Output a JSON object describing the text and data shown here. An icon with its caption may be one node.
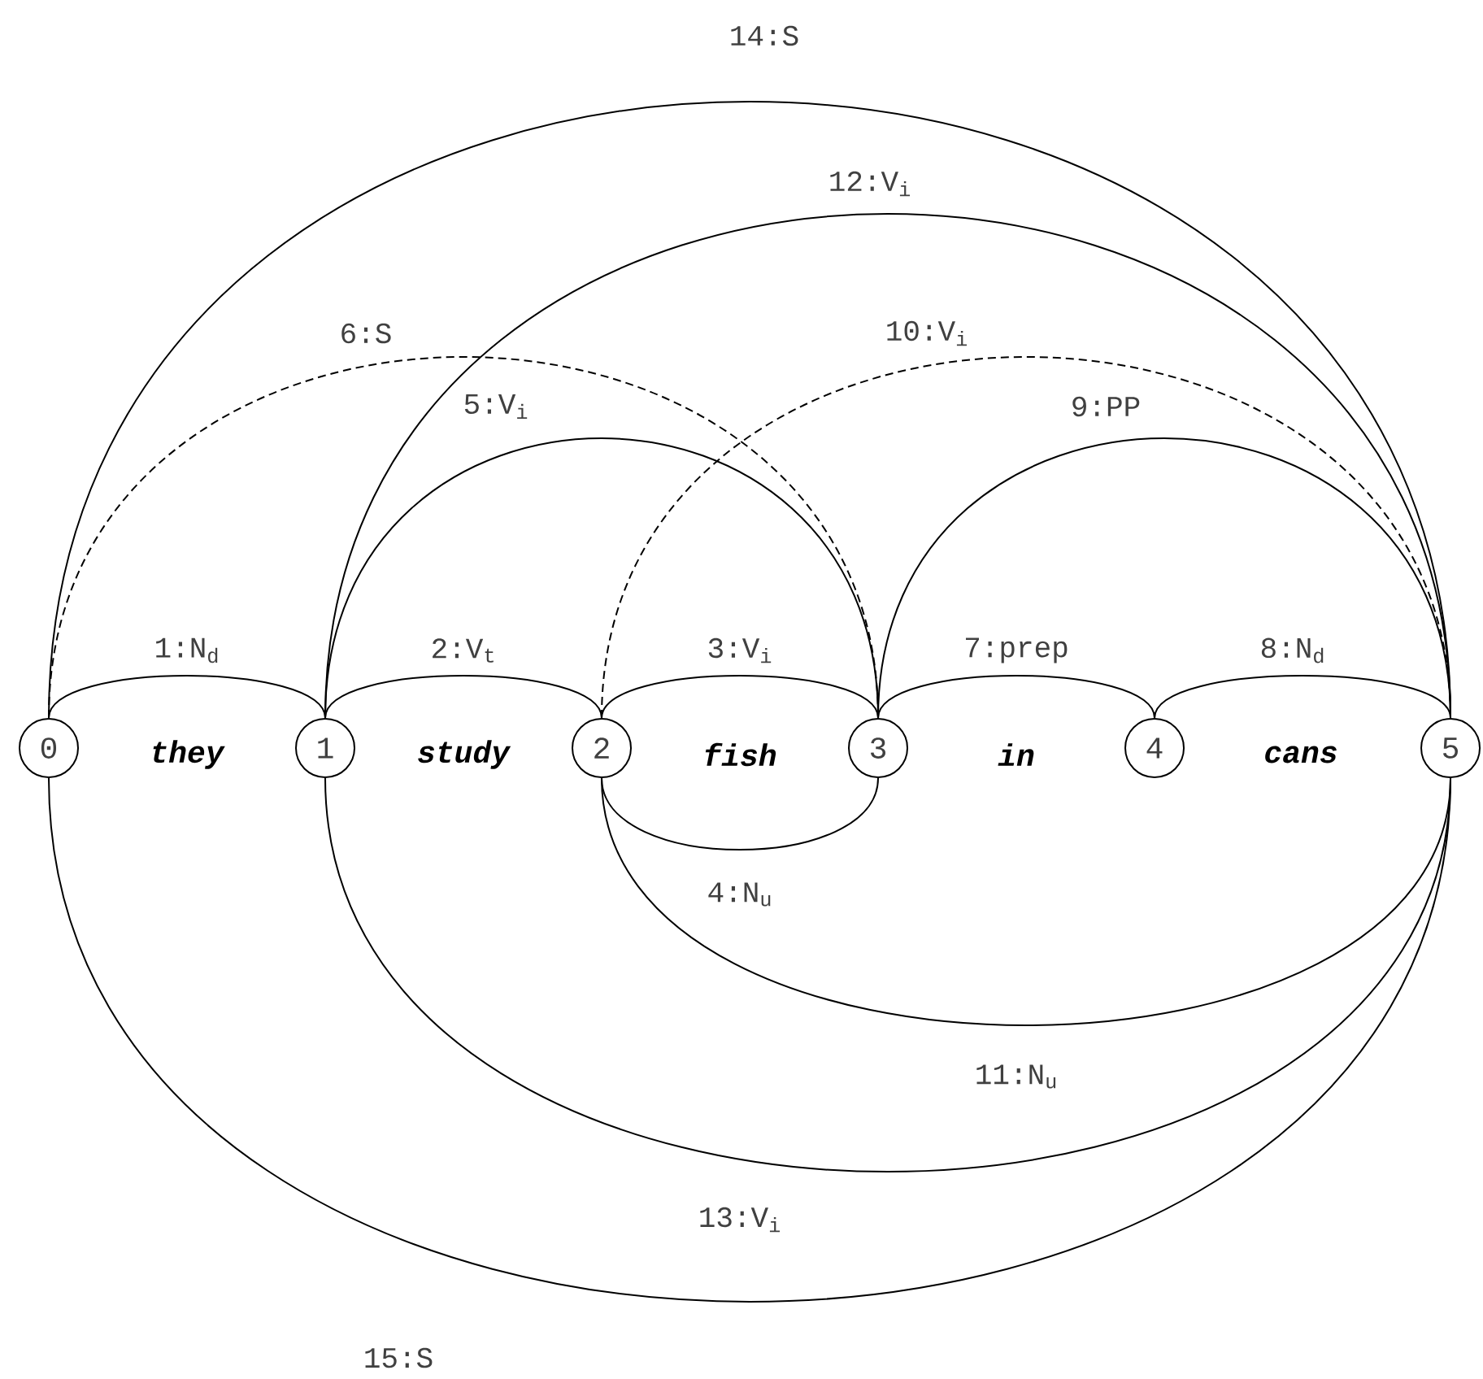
{
  "diagram": {
    "nodes": [
      {
        "text": [
          "0"
        ]
      },
      {
        "text": [
          "1"
        ]
      },
      {
        "text": [
          "2"
        ]
      },
      {
        "text": [
          "3"
        ]
      },
      {
        "text": [
          "4"
        ]
      },
      {
        "text": [
          "5"
        ]
      }
    ],
    "edges": [
      {
        "from": 0,
        "to": 1,
        "arrow": "none",
        "label": "1:N$_{d}$"
      },
      {
        "from": 1,
        "to": 2,
        "arrow": "none",
        "label": "2:V$_{t}$"
      },
      {
        "from": 2,
        "to": 3,
        "arrow": "none",
        "label": "3:V$_{i}$"
      },
      {
        "from": 2,
        "to": 3,
        "arrow": "none",
        "label": "4:N$_{u}$"
      },
      {
        "from": 1,
        "to": 3,
        "arrow": "none",
        "label": "5:V$_{i}$"
      },
      {
        "from": 0,
        "to": 3,
        "arrow": "none",
        "label": "6:S",
        "style": "dashed"
      },
      {
        "from": 3,
        "to": 4,
        "arrow": "none",
        "label": "7:prep"
      },
      {
        "from": 4,
        "to": 5,
        "arrow": "none",
        "label": "8:N$_{d}$"
      },
      {
        "from": 3,
        "to": 5,
        "arrow": "none",
        "label": "9:PP"
      },
      {
        "from": 2,
        "to": 5,
        "arrow": "none",
        "label": "10:V$_{i}$",
        "style": "dashed"
      },
      {
        "from": 2,
        "to": 5,
        "arrow": "none",
        "label": "11:N$_{u}$"
      },
      {
        "from": 1,
        "to": 5,
        "arrow": "none",
        "label": "12:V$_{i}$"
      },
      {
        "from": 1,
        "to": 5,
        "arrow": "none",
        "label": "13:V$_{i}$"
      },
      {
        "from": 0,
        "to": 5,
        "arrow": "none",
        "label": "14:S"
      },
      {
        "from": 0,
        "to": 5,
        "arrow": "none",
        "label": "15:S"
      }
    ],
    "labels": [
      "they",
      "study",
      "fish",
      "in",
      "cans"
    ]
  }
}
